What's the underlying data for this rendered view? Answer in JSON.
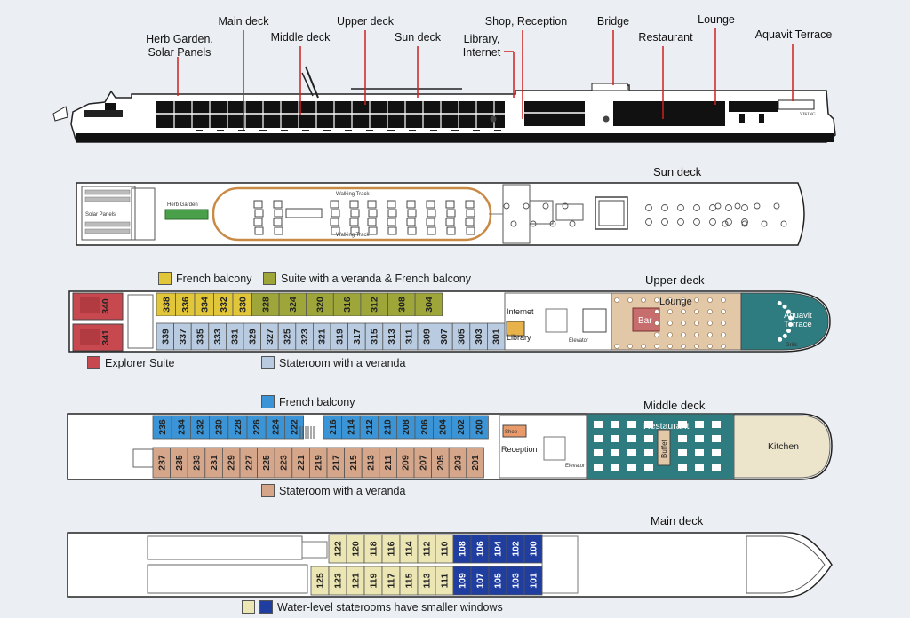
{
  "top_labels": [
    {
      "id": "herb",
      "text": "Herb Garden,\nSolar Panels"
    },
    {
      "id": "main",
      "text": "Main deck"
    },
    {
      "id": "middle",
      "text": "Middle deck"
    },
    {
      "id": "upper",
      "text": "Upper deck"
    },
    {
      "id": "sun",
      "text": "Sun deck"
    },
    {
      "id": "library",
      "text": "Library,\nInternet"
    },
    {
      "id": "shop",
      "text": "Shop, Reception"
    },
    {
      "id": "bridge",
      "text": "Bridge"
    },
    {
      "id": "restaurant",
      "text": "Restaurant"
    },
    {
      "id": "lounge",
      "text": "Lounge"
    },
    {
      "id": "aquavit",
      "text": "Aquavit Terrace"
    }
  ],
  "ship_name": "VIKING",
  "decks": {
    "sun": {
      "title": "Sun deck",
      "solar": "Solar Panels",
      "herb": "Herb Garden",
      "track": "Walking Track"
    },
    "upper": {
      "title": "Upper deck",
      "top_rooms": [
        "338",
        "336",
        "334",
        "332",
        "330",
        "328",
        "324",
        "320",
        "316",
        "312",
        "308",
        "304"
      ],
      "bottom_rooms": [
        "339",
        "337",
        "335",
        "333",
        "331",
        "329",
        "327",
        "325",
        "323",
        "321",
        "319",
        "317",
        "315",
        "313",
        "311",
        "309",
        "307",
        "305",
        "303",
        "301"
      ],
      "suite_top": "340",
      "suite_bottom": "341",
      "internet": "Internet",
      "library": "Library",
      "elevator": "Elevator",
      "lounge": "Lounge",
      "bar": "Bar",
      "aquavit": "Aquavit\nTerrace",
      "grills": "Grills"
    },
    "middle": {
      "title": "Middle deck",
      "top_rooms": [
        "236",
        "234",
        "232",
        "230",
        "228",
        "226",
        "224",
        "222",
        "216",
        "214",
        "212",
        "210",
        "208",
        "206",
        "204",
        "202",
        "200"
      ],
      "bottom_rooms": [
        "237",
        "235",
        "233",
        "231",
        "229",
        "227",
        "225",
        "223",
        "221",
        "219",
        "217",
        "215",
        "213",
        "211",
        "209",
        "207",
        "205",
        "203",
        "201"
      ],
      "shop": "Shop",
      "reception": "Reception",
      "elevator": "Elevator",
      "restaurant": "Restaurant",
      "buffet": "Buffet",
      "kitchen": "Kitchen"
    },
    "main": {
      "title": "Main deck",
      "top_rooms": [
        "122",
        "120",
        "118",
        "116",
        "114",
        "112",
        "110",
        "108",
        "106",
        "104",
        "102",
        "100"
      ],
      "bottom_rooms": [
        "125",
        "123",
        "121",
        "119",
        "117",
        "115",
        "113",
        "111",
        "109",
        "107",
        "105",
        "103",
        "101"
      ]
    }
  },
  "legends": {
    "french_balcony": "French balcony",
    "suite_veranda": "Suite with a veranda & French balcony",
    "explorer_suite": "Explorer Suite",
    "stateroom_veranda_upper": "Stateroom with a veranda",
    "french_balcony_middle": "French balcony",
    "stateroom_veranda_middle": "Stateroom with a veranda",
    "water_level": "Water-level staterooms have smaller windows"
  },
  "colors": {
    "french_balcony_upper": "#e2c63a",
    "suite_veranda": "#9ea63a",
    "explorer_suite": "#c7484f",
    "veranda_upper": "#b9cbe0",
    "french_balcony_middle": "#3a94d6",
    "veranda_middle": "#d6a68a",
    "water_level_light": "#ece6b4",
    "water_level_dark": "#1f3ea0",
    "lounge": "#e3c8a8",
    "teal": "#2f7c80",
    "kitchen": "#ede4cc"
  }
}
